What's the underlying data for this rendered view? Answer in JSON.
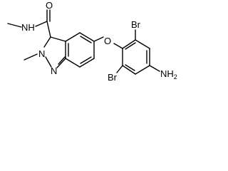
{
  "molecule": {
    "atom_labels": {
      "amide_oxygen": "O",
      "amide_nitrogen": "NH",
      "ether_oxygen": "O",
      "bromine_top": "Br",
      "bromine_bottom": "Br",
      "amine": "NH",
      "amine_subscript": "2",
      "indazole_n1": "N",
      "indazole_n2": "N"
    },
    "colors": {
      "bond": "#000000",
      "label": "#000000",
      "background": "#ffffff"
    }
  }
}
